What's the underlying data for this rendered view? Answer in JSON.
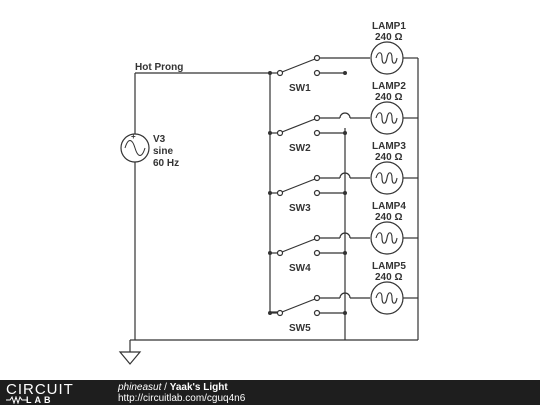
{
  "schematic": {
    "hot_label": "Hot Prong",
    "source": {
      "name": "V3",
      "type": "sine",
      "freq": "60 Hz"
    },
    "switches": [
      "SW1",
      "SW2",
      "SW3",
      "SW4",
      "SW5"
    ],
    "lamps": [
      {
        "name": "LAMP1",
        "value": "240 Ω"
      },
      {
        "name": "LAMP2",
        "value": "240 Ω"
      },
      {
        "name": "LAMP3",
        "value": "240 Ω"
      },
      {
        "name": "LAMP4",
        "value": "240 Ω"
      },
      {
        "name": "LAMP5",
        "value": "240 Ω"
      }
    ],
    "wire_color": "#333333"
  },
  "footer": {
    "logo_top": "CIRCUIT",
    "logo_bottom": "LAB",
    "author": "phineasut",
    "separator": " / ",
    "title": "Yaak's Light",
    "url": "http://circuitlab.com/cguq4n6"
  }
}
